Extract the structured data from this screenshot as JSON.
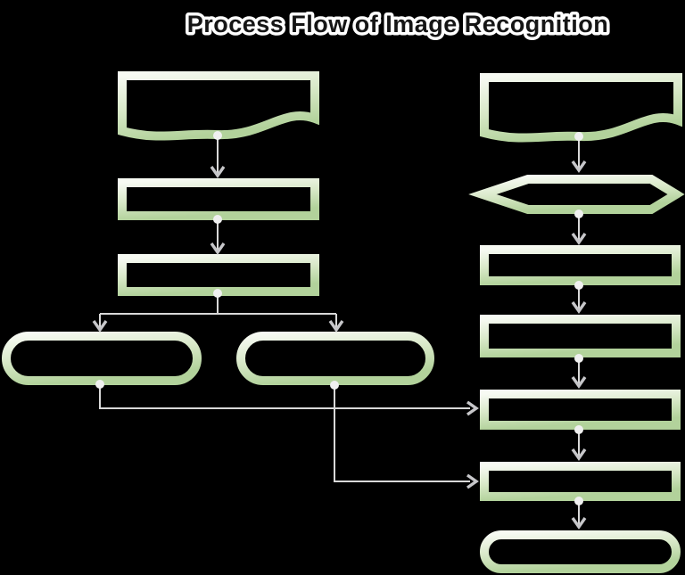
{
  "title": "Process Flow of Image Recognition",
  "colors": {
    "background": "#000000",
    "shape_gradient_light": "#f7faf3",
    "shape_gradient_mid": "#d9e9c9",
    "shape_gradient_dark": "#b2d29b",
    "connector_line": "#d8d8d8",
    "arrowhead": "#c7c7ca",
    "connector_dot": "#f0f0f0",
    "title_fill": "#151515",
    "title_outline": "#ffffff"
  },
  "diagram": {
    "columns": [
      {
        "name": "left",
        "nodes": [
          {
            "type": "document",
            "label": ""
          },
          {
            "type": "process",
            "label": ""
          },
          {
            "type": "process",
            "label": ""
          },
          {
            "type": "terminator",
            "label": ""
          },
          {
            "type": "terminator",
            "label": ""
          }
        ]
      },
      {
        "name": "right",
        "nodes": [
          {
            "type": "document",
            "label": ""
          },
          {
            "type": "preparation-hexagon",
            "label": ""
          },
          {
            "type": "process",
            "label": ""
          },
          {
            "type": "process",
            "label": ""
          },
          {
            "type": "process",
            "label": ""
          },
          {
            "type": "process",
            "label": ""
          },
          {
            "type": "terminator",
            "label": ""
          }
        ]
      }
    ],
    "connections": [
      "left-document -> left-process-1",
      "left-process-1 -> left-process-2",
      "left-process-2 -> left-terminator-1",
      "left-process-2 -> left-terminator-2",
      "left-terminator-1 -> right-process-3",
      "left-terminator-2 -> right-process-4",
      "right-document -> right-preparation",
      "right-preparation -> right-process-1",
      "right-process-1 -> right-process-2",
      "right-process-2 -> right-process-3",
      "right-process-3 -> right-process-4",
      "right-process-4 -> right-terminator"
    ]
  }
}
